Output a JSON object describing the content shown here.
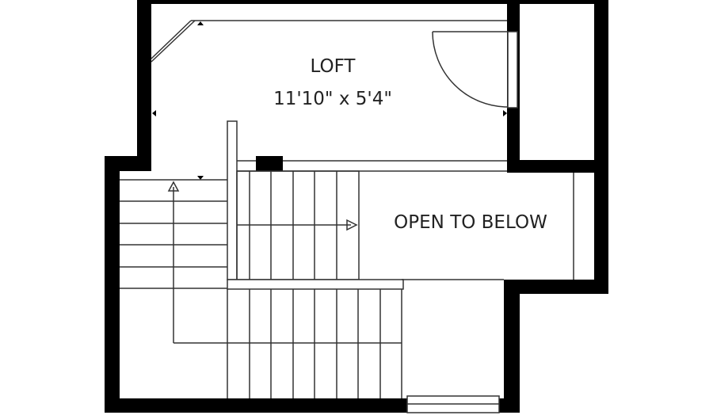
{
  "rooms": {
    "loft": {
      "name": "LOFT",
      "dimensions": "11'10\" x 5'4\""
    },
    "open_area": {
      "name": "OPEN TO BELOW"
    }
  },
  "colors": {
    "wall": "#000000",
    "line": "#333333",
    "background": "#ffffff"
  }
}
